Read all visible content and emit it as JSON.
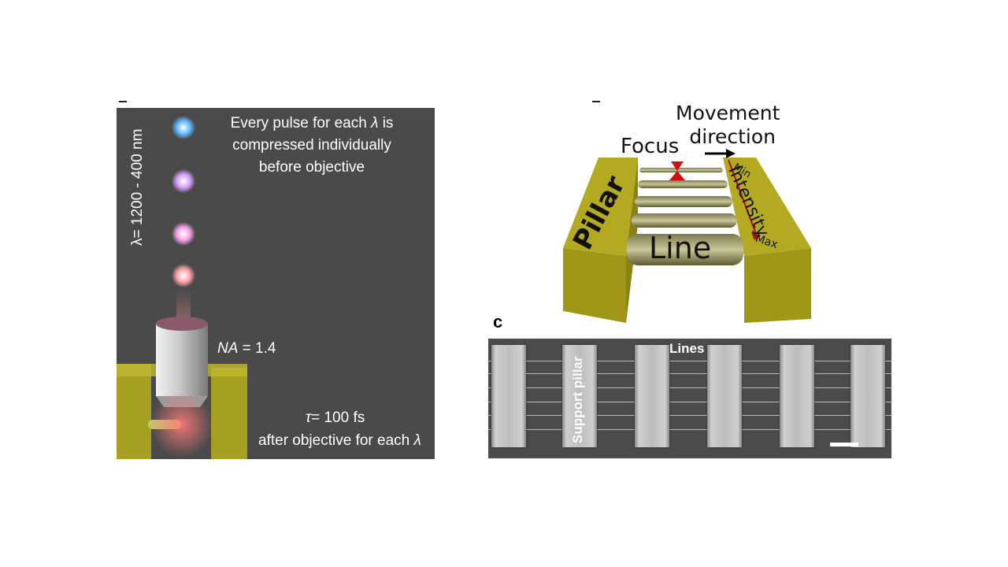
{
  "panel_a": {
    "pulses": [
      {
        "color": "#5fb8ff"
      },
      {
        "color": "#d6a0ff"
      },
      {
        "color": "#f2a0e8"
      },
      {
        "color": "#ffa0a8"
      }
    ],
    "wavelength_label": "λ= 1200 - 400 nm",
    "compress_text_line1_a": "Every pulse for each ",
    "compress_text_lambda": "λ",
    "compress_text_line1_b": " is",
    "compress_text_line2": "compressed individually",
    "compress_text_line3": "before objective",
    "na_symbol": "NA",
    "na_value": " = 1.4",
    "tau_symbol": "τ",
    "tau_value": "= 100 fs",
    "after_text": "after objective for each ",
    "after_lambda": "λ",
    "structure_color": "#b5ad2c"
  },
  "panel_b": {
    "movement_line1": "Movement",
    "movement_line2": "direction",
    "focus": "Focus",
    "pillar": "Pillar",
    "line": "Line",
    "intensity": "Intensity",
    "min": "Min",
    "max": "Max",
    "structure_color": "#b3aa22",
    "focus_color": "#cc1111"
  },
  "panel_c": {
    "label": "c",
    "lines_label": "Lines",
    "support_pillar_label": "Support pillar"
  }
}
